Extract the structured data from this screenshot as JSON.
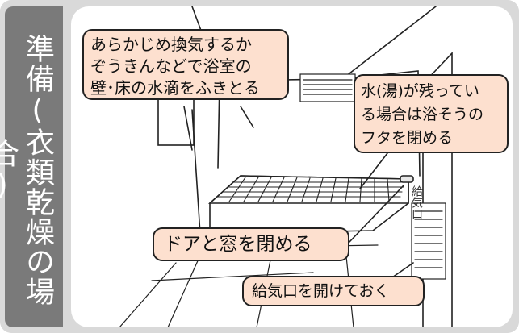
{
  "sidebar": {
    "title": "準備(衣類乾燥の場合)"
  },
  "callouts": {
    "ventilate": {
      "lines": [
        "あらかじめ換気するか",
        "ぞうきんなどで浴室の",
        "壁･床の水滴をふきとる"
      ]
    },
    "tub_cover": {
      "lines": [
        "水(湯)が残ってい",
        "る場合は浴そうの",
        "フタを閉める"
      ]
    },
    "door_window": "ドアと窓を閉める",
    "air_inlet": "給気口を開けておく"
  },
  "scene": {
    "vent_label": "給気口"
  },
  "colors": {
    "sidebar": "#7a7a7a",
    "frame": "#d9d9d9",
    "callout_fill": "#fde0cf",
    "line": "#222222"
  }
}
